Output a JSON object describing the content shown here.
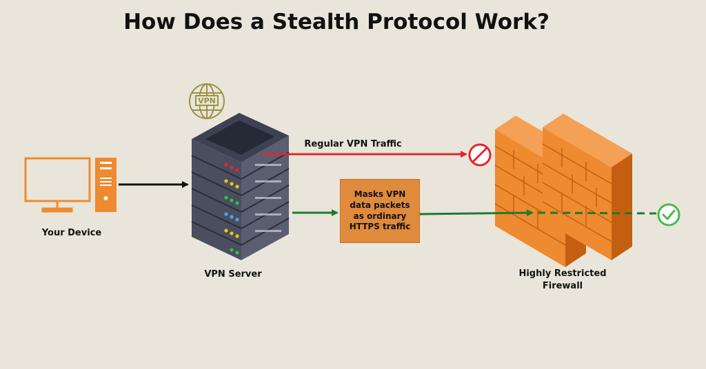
{
  "title": "How Does a Stealth Protocol Work?",
  "nodes": {
    "device_label": "Your Device",
    "server_label": "VPN Server",
    "firewall_label_line1": "Highly Restricted",
    "firewall_label_line2": "Firewall",
    "vpn_globe_text": "VPN"
  },
  "edges": {
    "regular_traffic_label": "Regular VPN Traffic",
    "mask_box_text": "Masks VPN data packets as ordinary HTTPS traffic"
  },
  "colors": {
    "background": "#e9e5da",
    "accent_orange": "#ee8a2f",
    "blocked_red": "#e8232a",
    "allowed_green": "#1e7a2e",
    "check_green": "#4cb84a"
  }
}
